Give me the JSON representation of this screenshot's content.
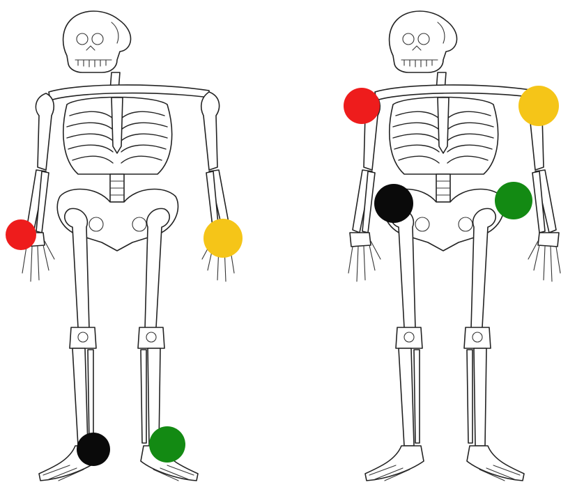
{
  "colors": {
    "red": "#ee1c1c",
    "yellow": "#f5c518",
    "black": "#0a0a0a",
    "green": "#138a13"
  },
  "figures": [
    {
      "name": "skeleton-left",
      "markers": [
        {
          "name": "marker-red-right-wrist",
          "color": "red"
        },
        {
          "name": "marker-yellow-left-wrist",
          "color": "yellow"
        },
        {
          "name": "marker-black-right-ankle",
          "color": "black"
        },
        {
          "name": "marker-green-left-ankle",
          "color": "green"
        }
      ]
    },
    {
      "name": "skeleton-right",
      "markers": [
        {
          "name": "marker-red-right-shoulder",
          "color": "red"
        },
        {
          "name": "marker-yellow-left-shoulder",
          "color": "yellow"
        },
        {
          "name": "marker-black-right-hip",
          "color": "black"
        },
        {
          "name": "marker-green-left-hip",
          "color": "green"
        }
      ]
    }
  ]
}
